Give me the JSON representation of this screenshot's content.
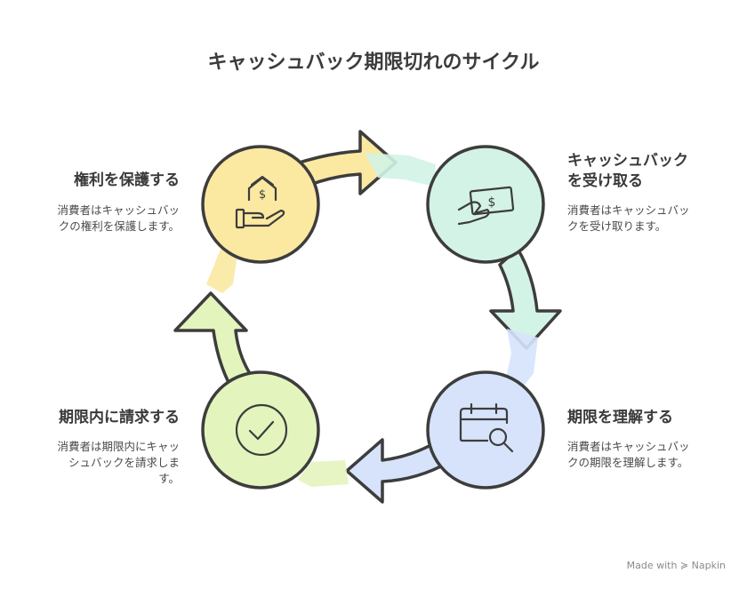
{
  "title": "キャッシュバック期限切れのサイクル",
  "colors": {
    "yellow": "#fbe9a2",
    "mint": "#d3f3e6",
    "blue": "#d6e3fb",
    "lime": "#e3f4bd",
    "outline": "#3d3d3d"
  },
  "steps": [
    {
      "id": "protect",
      "label": "権利を保護する",
      "desc_lines": [
        "消費者はキャッシュバッ",
        "クの権利を保護します。"
      ],
      "icon": "house-hand-dollar-icon"
    },
    {
      "id": "receive",
      "label_lines": [
        "キャッシュバック",
        "を受け取る"
      ],
      "desc_lines": [
        "消費者はキャッシュバッ",
        "クを受け取ります。"
      ],
      "icon": "hand-cash-icon"
    },
    {
      "id": "understand",
      "label": "期限を理解する",
      "desc_lines": [
        "消費者はキャッシュバッ",
        "クの期限を理解します。"
      ],
      "icon": "calendar-search-icon"
    },
    {
      "id": "claim",
      "label": "期限内に請求する",
      "desc_lines": [
        "消費者は期限内にキャッ",
        "シュバックを請求しま",
        "す。"
      ],
      "icon": "check-circle-icon"
    }
  ],
  "footer": "Made with ≽ Napkin"
}
